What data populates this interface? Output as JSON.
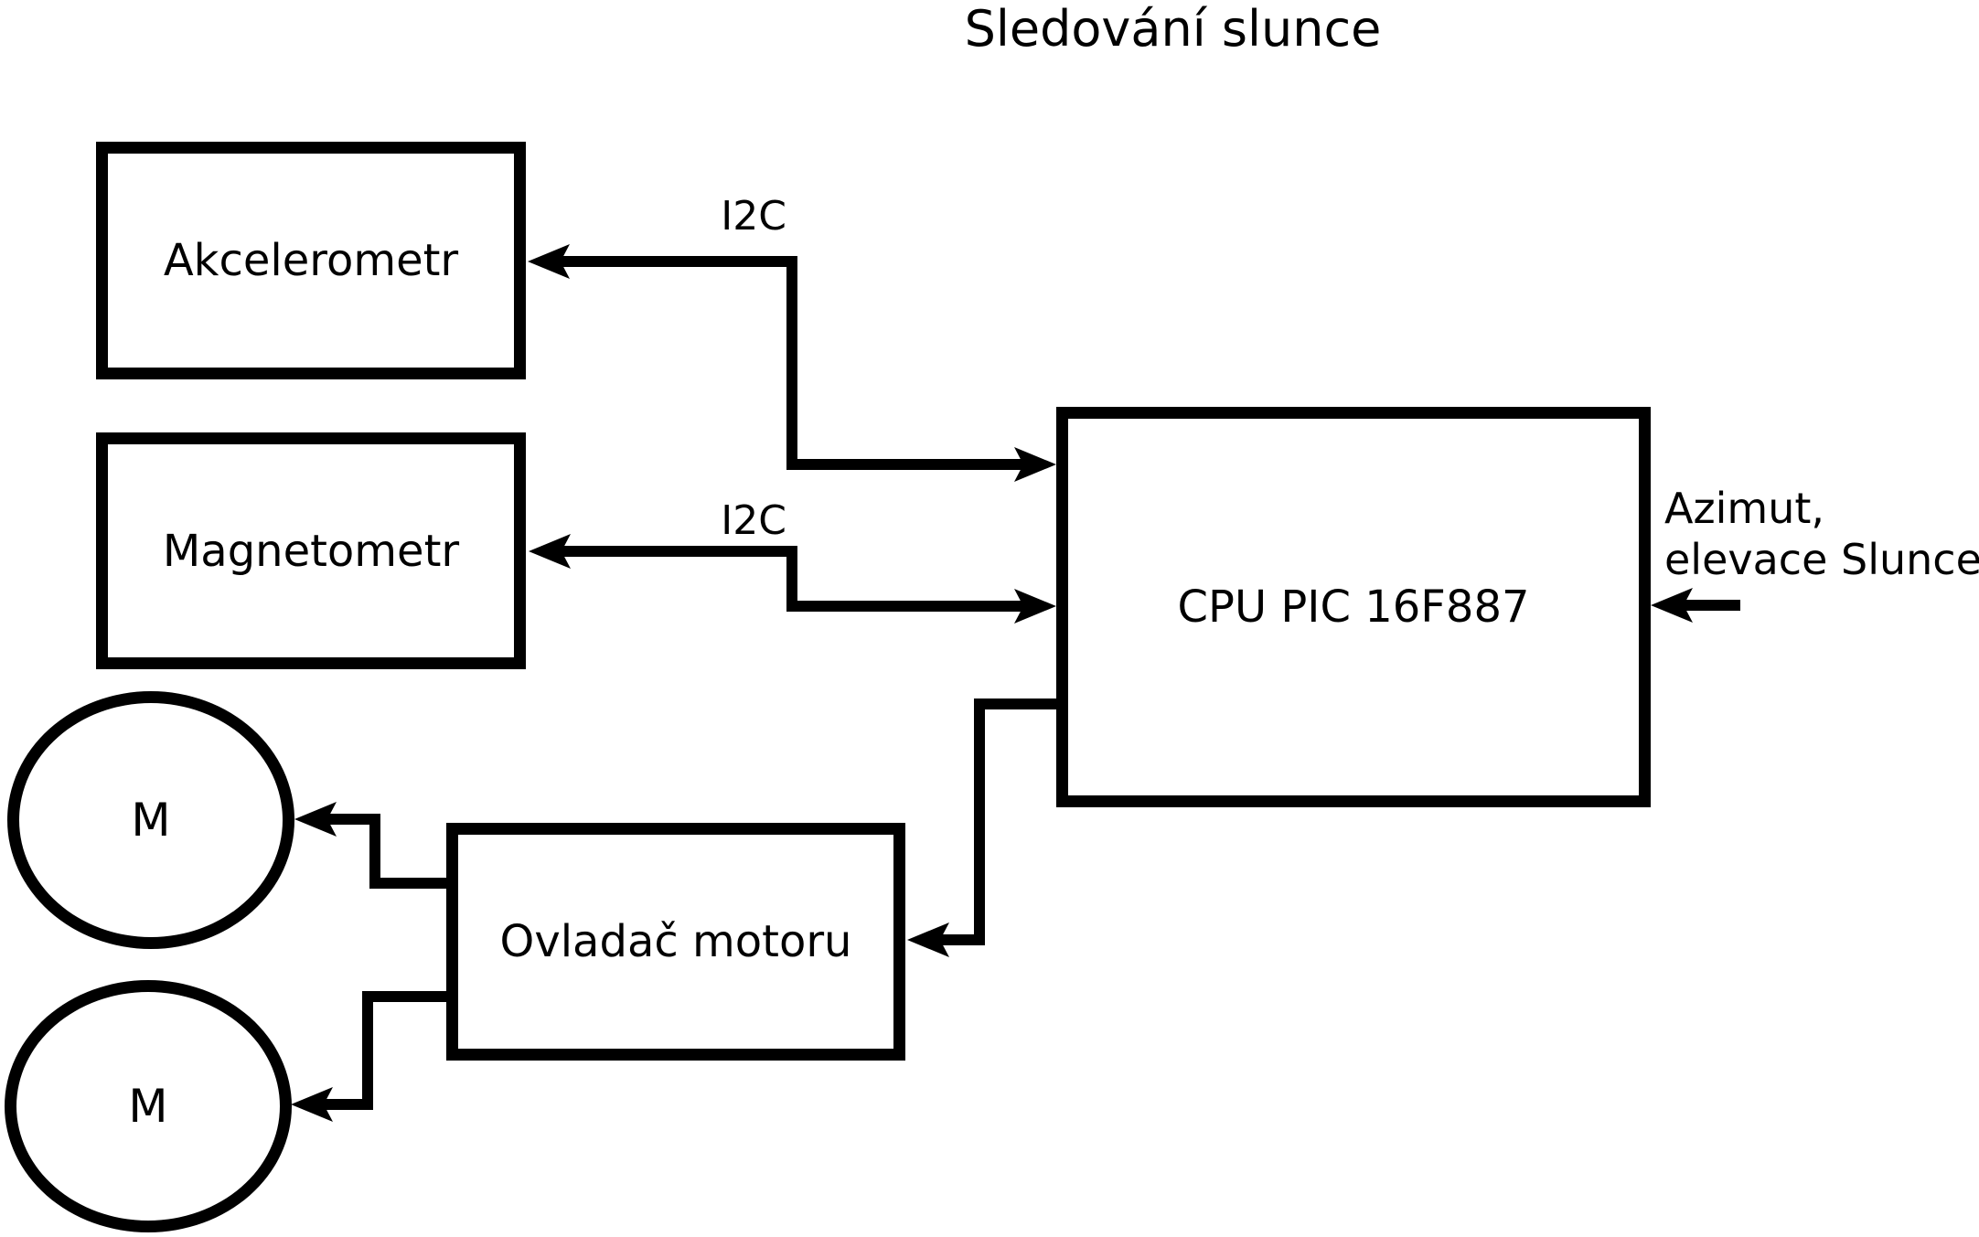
{
  "title": "Sledování slunce",
  "blocks": {
    "accelerometer": {
      "label": "Akcelerometr"
    },
    "magnetometer": {
      "label": "Magnetometr"
    },
    "cpu": {
      "label": "CPU PIC 16F887"
    },
    "motor_driver": {
      "label": "Ovladač motoru"
    },
    "motor1": {
      "label": "M"
    },
    "motor2": {
      "label": "M"
    }
  },
  "connections": {
    "cpu_accelerometer": {
      "label": "I2C"
    },
    "cpu_magnetometer": {
      "label": "I2C"
    },
    "azimut_input": {
      "label_line1": "Azimut,",
      "label_line2": "elevace Slunce"
    }
  },
  "colors": {
    "foreground": "#000000",
    "background": "#ffffff"
  }
}
